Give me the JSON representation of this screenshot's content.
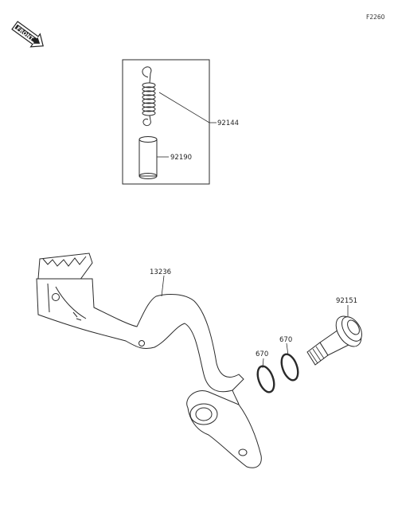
{
  "figure_code": "F2260",
  "front_label": "FRONT",
  "callouts": {
    "spring": "92144",
    "sleeve": "92190",
    "pedal": "13236",
    "pivot_bolt": "92151",
    "oring_left": "670",
    "oring_right": "670"
  },
  "icons": {
    "front": "front-direction-arrow-icon"
  }
}
